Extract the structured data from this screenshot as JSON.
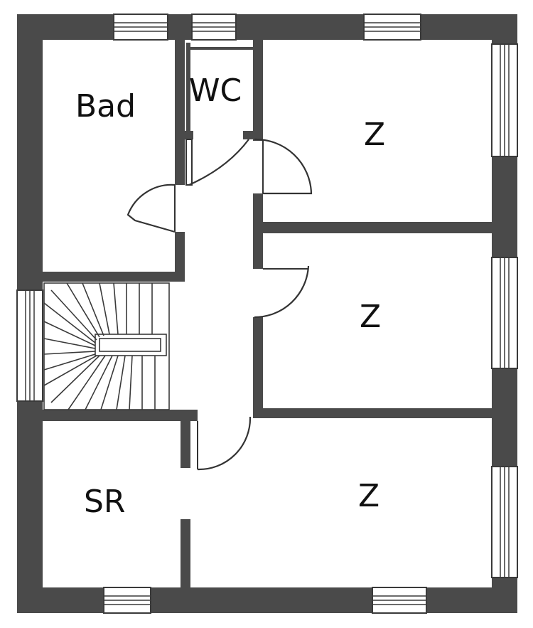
{
  "rooms": [
    {
      "label": "Bad"
    },
    {
      "label": "WC"
    },
    {
      "label": "Z"
    },
    {
      "label": "Z"
    },
    {
      "label": "SR"
    },
    {
      "label": "Z"
    }
  ],
  "colors": {
    "wall": "#4a4a4a",
    "background": "#ffffff",
    "line": "#333333"
  }
}
